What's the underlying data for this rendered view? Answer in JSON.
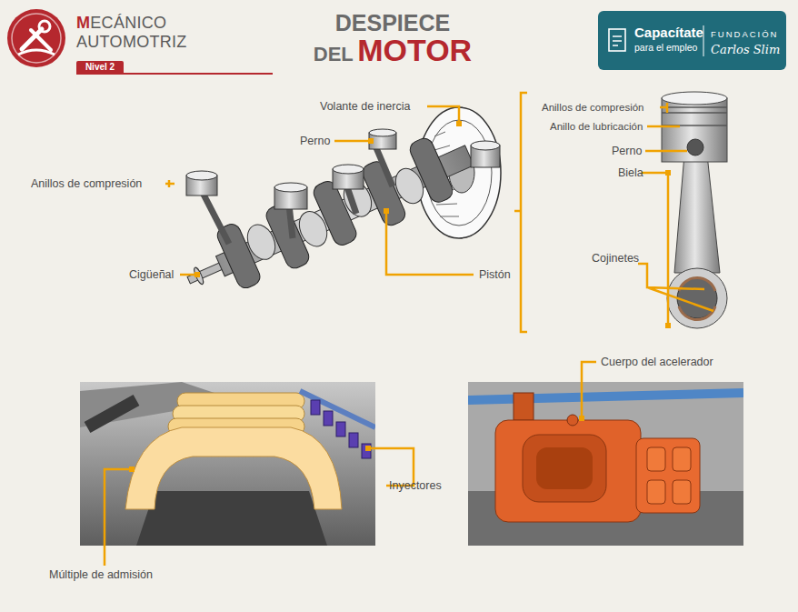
{
  "diagram": {
    "title": "DESPIECE DEL MOTOR",
    "nodes": [
      {
        "text": [
          "Nivel 2"
        ]
      },
      {
        "text": [
          "Capacítate para el empleo",
          "FUNDACIÓN Carlos Slim"
        ]
      }
    ],
    "labels": [
      "MECÁNICO AUTOMOTRIZ",
      "Volante de inercia",
      "Perno",
      "Anillos de compresión",
      "Cigüeñal",
      "Pistón",
      "Anillos de compresión",
      "Anillo de lubricación",
      "Perno",
      "Biela",
      "Cojinetes",
      "Cuerpo del acelerador",
      "Inyectores",
      "Múltiple de admisión"
    ]
  }
}
